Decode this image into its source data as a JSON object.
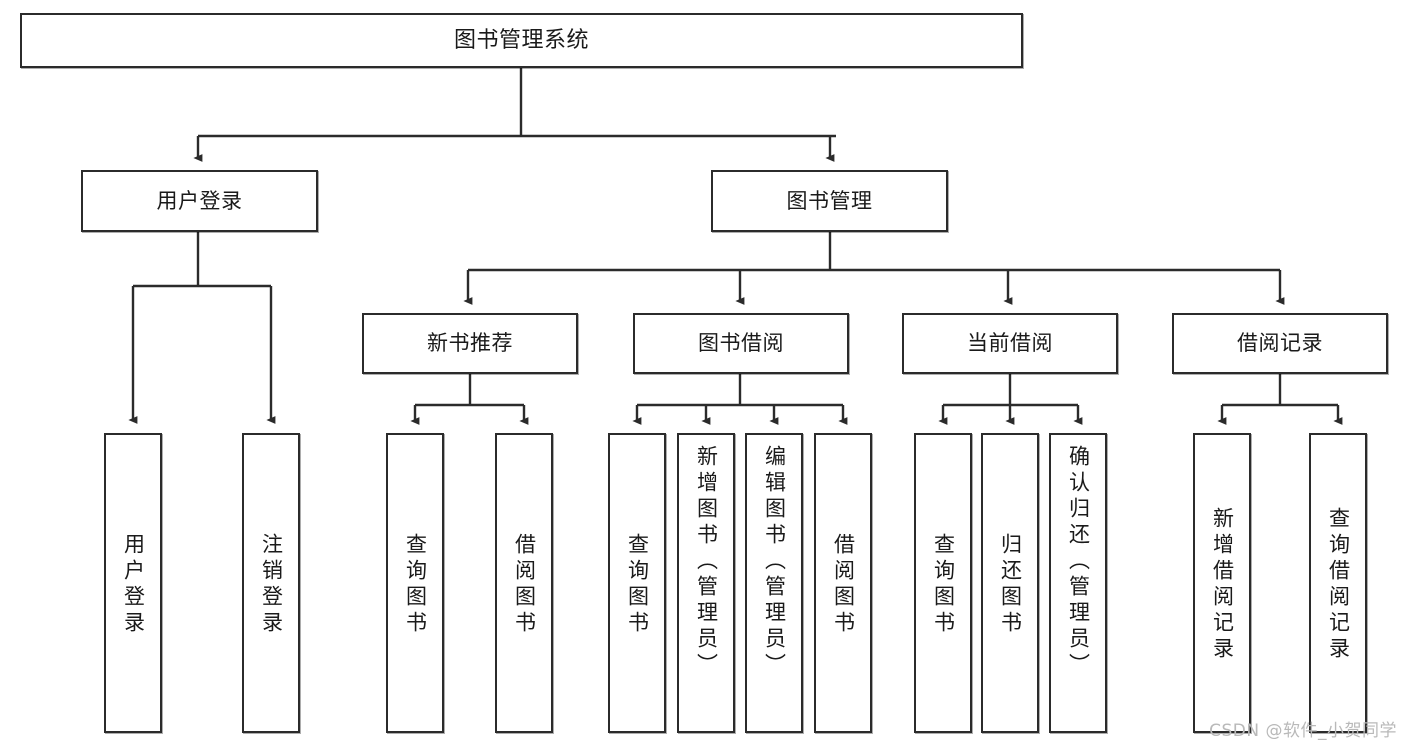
{
  "diagram": {
    "title": "图书管理系统",
    "type": "tree-hierarchy",
    "watermark": "CSDN @软件_小贺同学",
    "colors": {
      "stroke": "#2b2b2b",
      "fill": "#ffffff",
      "text": "#1a1a1a",
      "watermark": "#b9b9b9"
    }
  },
  "nodes": {
    "root": {
      "label": "图书管理系统"
    },
    "level2": [
      {
        "id": "user-login",
        "label": "用户登录"
      },
      {
        "id": "book-manage",
        "label": "图书管理"
      }
    ],
    "level3": [
      {
        "id": "new-book-recommend",
        "label": "新书推荐"
      },
      {
        "id": "book-borrow",
        "label": "图书借阅"
      },
      {
        "id": "current-borrow",
        "label": "当前借阅"
      },
      {
        "id": "borrow-record",
        "label": "借阅记录"
      }
    ],
    "leaves": {
      "user_login": [
        {
          "id": "leaf-user-login",
          "label": "用户登录"
        },
        {
          "id": "leaf-logout-login",
          "label": "注销登录"
        }
      ],
      "new_book_recommend": [
        {
          "id": "leaf-query-book-1",
          "label": "查询图书"
        },
        {
          "id": "leaf-borrow-book-1",
          "label": "借阅图书"
        }
      ],
      "book_borrow": [
        {
          "id": "leaf-query-book-2",
          "label": "查询图书"
        },
        {
          "id": "leaf-add-book-admin",
          "label": "新增图书（管理员）"
        },
        {
          "id": "leaf-edit-book-admin",
          "label": "编辑图书（管理员）"
        },
        {
          "id": "leaf-borrow-book-2",
          "label": "借阅图书"
        }
      ],
      "current_borrow": [
        {
          "id": "leaf-query-book-3",
          "label": "查询图书"
        },
        {
          "id": "leaf-return-book",
          "label": "归还图书"
        },
        {
          "id": "leaf-confirm-return-admin",
          "label": "确认归还（管理员）"
        }
      ],
      "borrow_record": [
        {
          "id": "leaf-add-borrow-record",
          "label": "新增借阅记录"
        },
        {
          "id": "leaf-query-borrow-record",
          "label": "查询借阅记录"
        }
      ]
    }
  }
}
